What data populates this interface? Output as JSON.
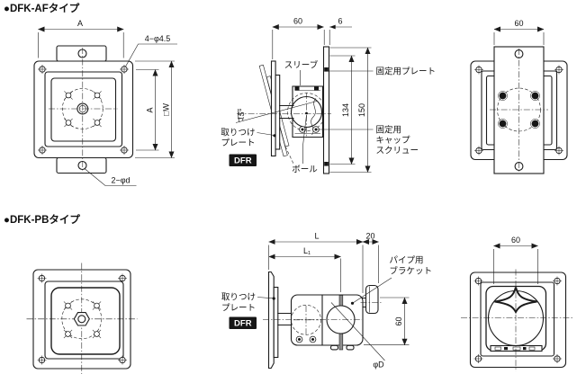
{
  "titles": {
    "af": "●DFK-AFタイプ",
    "pb": "●DFK-PBタイプ"
  },
  "af_front": {
    "dim_a_top": "A",
    "leader_top_holes": "4−φ4.5",
    "dim_a_right": "A",
    "dim_w_right": "□W",
    "leader_bottom_holes": "2−φd"
  },
  "af_side": {
    "dim_width": "60",
    "dim_plate_thickness": "6",
    "label_sleeve": "スリーブ",
    "label_fixing_plate": "固定用プレート",
    "dim_hole_pitch": "134",
    "dim_plate_height": "150",
    "label_cap_screw_l1": "固定用",
    "label_cap_screw_l2": "キャップ",
    "label_cap_screw_l3": "スクリュー",
    "label_mount_l1": "取りつけ",
    "label_mount_l2": "プレート",
    "badge": "DFR",
    "label_ball": "ボール",
    "dim_angle": "15°"
  },
  "af_rear": {
    "dim_width": "60"
  },
  "pb_side": {
    "dim_l": "L",
    "dim_l1": "L₁",
    "dim_20": "20",
    "label_bracket_l1": "パイプ用",
    "label_bracket_l2": "ブラケット",
    "label_mount_l1": "取りつけ",
    "label_mount_l2": "プレート",
    "badge": "DFR",
    "dim_height": "60",
    "dim_bore": "φD"
  },
  "pb_rear": {
    "dim_width": "60"
  }
}
